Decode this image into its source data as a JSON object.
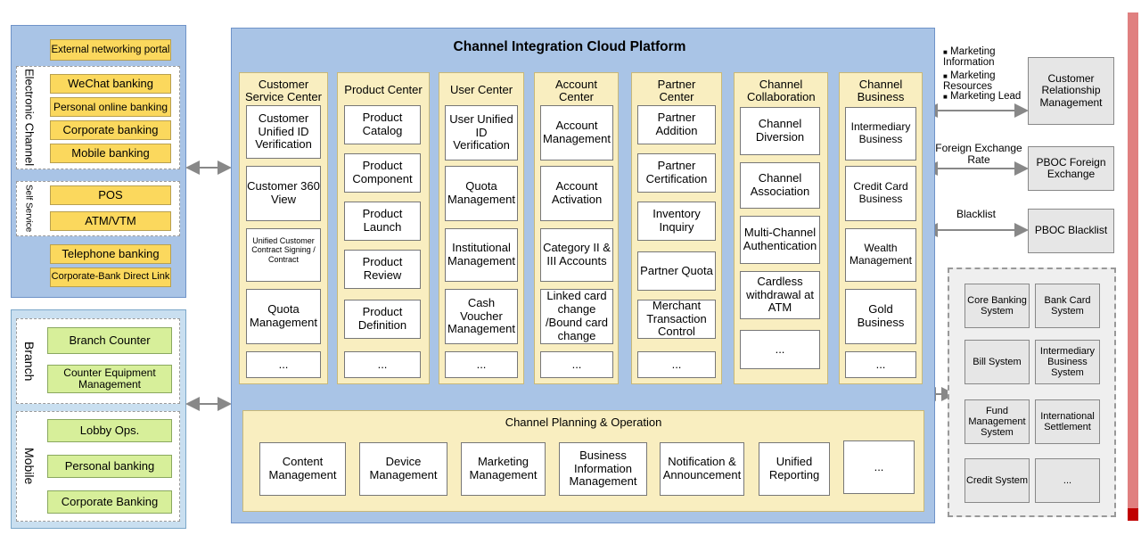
{
  "platform_title": "Channel Integration Cloud Platform",
  "electronic_channel": {
    "label": "Electronic Channel",
    "portal": "External networking portal",
    "items": [
      "WeChat banking",
      "Personal online banking",
      "Corporate banking",
      "Mobile banking"
    ]
  },
  "self_service": {
    "label": "Self Service",
    "items": [
      "POS",
      "ATM/VTM"
    ]
  },
  "other_channels": [
    "Telephone banking",
    "Corporate-Bank Direct Link"
  ],
  "branch": {
    "label": "Branch",
    "items": [
      "Branch Counter",
      "Counter Equipment Management"
    ]
  },
  "mobile": {
    "label": "Mobile",
    "items": [
      "Lobby Ops.",
      "Personal banking",
      "Corporate Banking"
    ]
  },
  "centers": [
    {
      "title": "Customer Service Center",
      "items": [
        "Customer Unified ID Verification",
        "Customer 360 View",
        "Unified Customer Contract Signing / Contract",
        "Quota Management",
        "..."
      ]
    },
    {
      "title": "Product Center",
      "items": [
        "Product Catalog",
        "Product Component",
        "Product Launch",
        "Product Review",
        "Product Definition",
        "..."
      ]
    },
    {
      "title": "User Center",
      "items": [
        "User Unified ID Verification",
        "Quota Management",
        "Institutional Management",
        "Cash Voucher Management",
        "..."
      ]
    },
    {
      "title": "Account Center",
      "items": [
        "Account Management",
        "Account Activation",
        "Category II & III Accounts",
        "Linked card change /Bound card change",
        "..."
      ]
    },
    {
      "title": "Partner Center",
      "items": [
        "Partner Addition",
        "Partner Certification",
        "Inventory Inquiry",
        "Partner Quota",
        "Merchant Transaction Control",
        "..."
      ]
    },
    {
      "title": "Channel Collaboration",
      "items": [
        "Channel Diversion",
        "Channel Association",
        "Multi-Channel Authentication",
        "Cardless withdrawal at ATM",
        "..."
      ]
    },
    {
      "title": "Channel Business",
      "items": [
        "Intermediary Business",
        "Credit Card Business",
        "Wealth Management",
        "Gold Business",
        "..."
      ]
    }
  ],
  "planning": {
    "title": "Channel Planning & Operation",
    "items": [
      "Content Management",
      "Device Management",
      "Marketing Management",
      "Business Information Management",
      "Notification & Announcement",
      "Unified Reporting",
      "..."
    ]
  },
  "external": {
    "crm": {
      "labels": [
        "Marketing Information",
        "Marketing Resources",
        "Marketing Lead"
      ],
      "box": "Customer Relationship Management"
    },
    "fx": {
      "label": "Foreign Exchange Rate",
      "box": "PBOC Foreign Exchange"
    },
    "blacklist": {
      "label": "Blacklist",
      "box": "PBOC Blacklist"
    }
  },
  "core_systems": [
    "Core Banking System",
    "Bank Card System",
    "Bill System",
    "Intermediary Business System",
    "Fund Management System",
    "International Settlement",
    "Credit System",
    "..."
  ],
  "colors": {
    "platform_bg": "#a9c4e6",
    "center_bg": "#f9eec0",
    "channel_box": "#fbd85d",
    "branch_box": "#d7ef9a",
    "right_bar": "#e08080"
  }
}
